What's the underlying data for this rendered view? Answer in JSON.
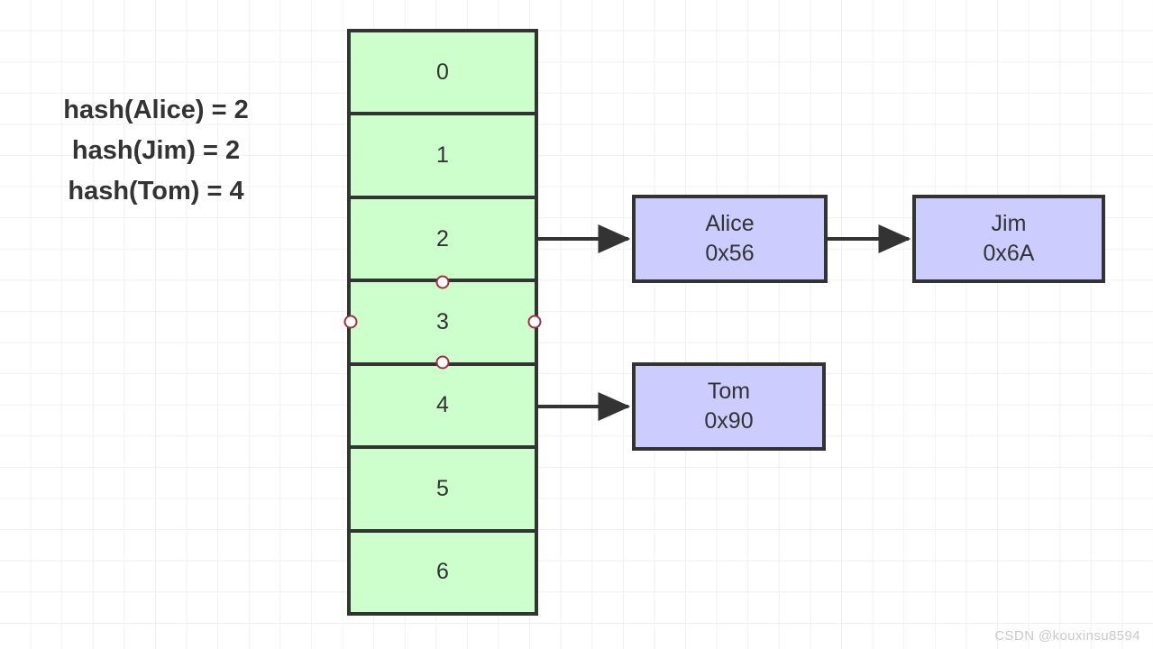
{
  "legend": {
    "lines": [
      "hash(Alice) = 2",
      "hash(Jim) = 2",
      "hash(Tom) = 4"
    ]
  },
  "hash_table": {
    "name": "hash-bucket-array",
    "fill_color": "#ccffcc",
    "border_color": "#333333",
    "selected_slot_index": 3,
    "slots": [
      {
        "label": "0"
      },
      {
        "label": "1"
      },
      {
        "label": "2"
      },
      {
        "label": "3"
      },
      {
        "label": "4"
      },
      {
        "label": "5"
      },
      {
        "label": "6"
      }
    ]
  },
  "selection": {
    "handle_fill": "#ffffff",
    "handle_stroke": "#a03040",
    "handles": [
      "top",
      "right",
      "bottom",
      "left"
    ]
  },
  "nodes": [
    {
      "id": "alice",
      "name": "Alice",
      "address": "0x56",
      "fill_color": "#ccccff"
    },
    {
      "id": "jim",
      "name": "Jim",
      "address": "0x6A",
      "fill_color": "#ccccff"
    },
    {
      "id": "tom",
      "name": "Tom",
      "address": "0x90",
      "fill_color": "#ccccff"
    }
  ],
  "arrows": [
    {
      "id": "slot2-to-alice",
      "from": "slot-2",
      "to": "node-alice"
    },
    {
      "id": "alice-to-jim",
      "from": "node-alice",
      "to": "node-jim"
    },
    {
      "id": "slot4-to-tom",
      "from": "slot-4",
      "to": "node-tom"
    }
  ],
  "watermark": {
    "text": "CSDN @kouxinsu8594"
  }
}
